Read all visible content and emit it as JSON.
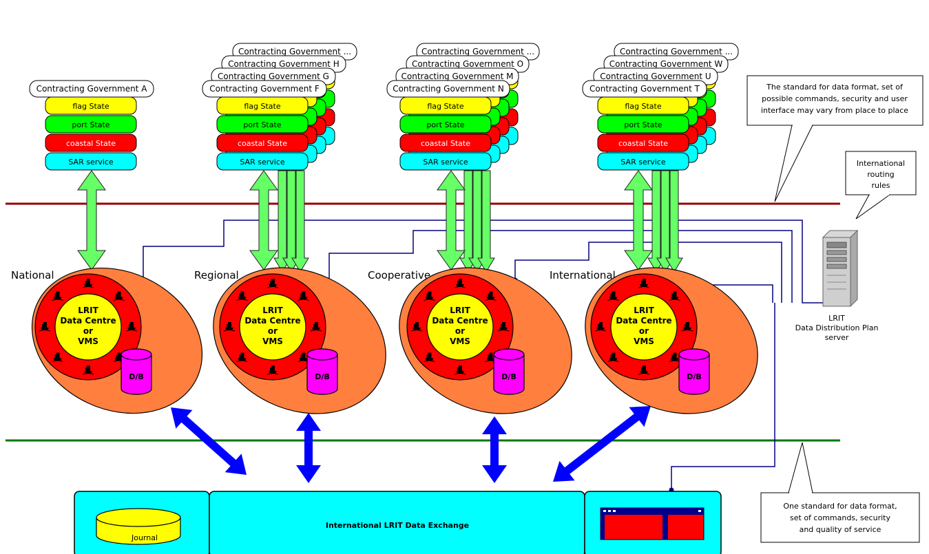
{
  "columns": [
    {
      "label": "National",
      "governments": [
        "Contracting Government A"
      ],
      "stack": [
        "flag State",
        "port State",
        "coastal State",
        "SAR service"
      ]
    },
    {
      "label": "Regional",
      "governments": [
        "Contracting Government F",
        "Contracting Government G",
        "Contracting Government H",
        "Contracting Government ..."
      ],
      "stack": [
        "flag State",
        "port State",
        "coastal State",
        "SAR service"
      ]
    },
    {
      "label": "Cooperative",
      "governments": [
        "Contracting Government N",
        "Contracting Government M",
        "Contracting Government O",
        "Contracting Government ..."
      ],
      "stack": [
        "flag State",
        "port State",
        "coastal State",
        "SAR service"
      ]
    },
    {
      "label": "International",
      "governments": [
        "Contracting Government T",
        "Contracting Government U",
        "Contracting Government W",
        "Contracting Government ..."
      ],
      "stack": [
        "flag State",
        "port State",
        "coastal State",
        "SAR service"
      ]
    }
  ],
  "centre": {
    "line1": "LRIT",
    "line2": "Data Centre",
    "line3": "or",
    "line4": "VMS",
    "db": "D/B"
  },
  "callouts": {
    "top": [
      "The standard for data format, set of",
      "possible commands, security and user",
      "interface may vary from place to place"
    ],
    "routing": [
      "International",
      "routing",
      "rules"
    ],
    "bottom": [
      "One standard for data format,",
      "set of commands, security",
      "and quality of service"
    ]
  },
  "server": {
    "lines": [
      "LRIT",
      "Data Distribution Plan",
      "server"
    ]
  },
  "exchange": {
    "journal": "Journal",
    "title": "International LRIT Data Exchange"
  },
  "colors": {
    "flag": "#ffff00",
    "port": "#00ff00",
    "coastal": "#ff0000",
    "sar": "#00ffff",
    "orange": "#ff7f3f",
    "magenta": "#ff00ff",
    "topLine": "#990000",
    "bottomLine": "#007700",
    "blueArrow": "#0000ff",
    "greenArrow": "#66ff66",
    "cyan": "#00ffff",
    "wire": "#000080"
  }
}
